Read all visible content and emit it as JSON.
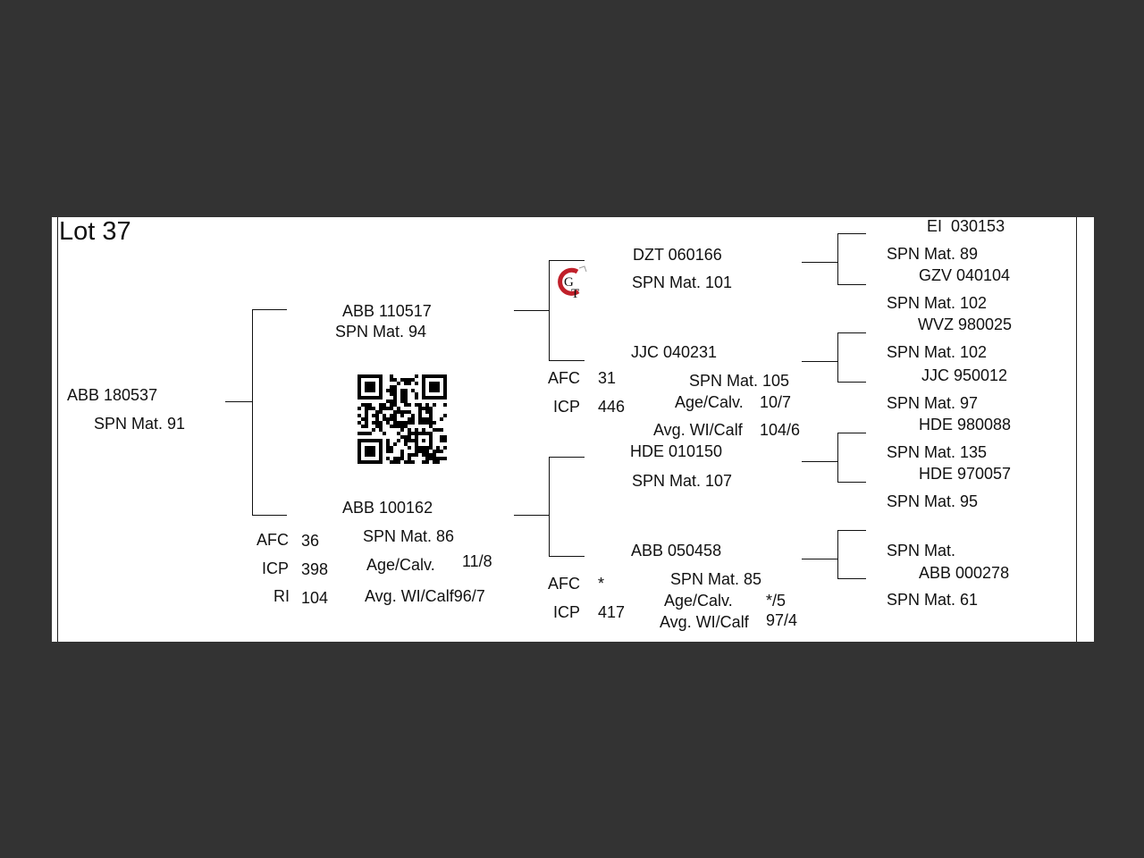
{
  "lot_title": "Lot 37",
  "subject": {
    "reg": "ABB 180537",
    "spn": "SPN Mat. 91"
  },
  "sire": {
    "reg": "ABB 110517",
    "spn": "SPN Mat. 94"
  },
  "dam": {
    "reg": "ABB 100162",
    "spn": "SPN Mat. 86",
    "afc_label": "AFC",
    "afc_value": "36",
    "icp_label": "ICP",
    "icp_value": "398",
    "ri_label": "RI",
    "ri_value": "104",
    "age_label": "Age/Calv.",
    "age_value": "11/8",
    "avg_label": "Avg. WI/Calf96/7"
  },
  "sire_sire": {
    "reg": "DZT 060166",
    "spn": "SPN Mat. 101"
  },
  "sire_dam": {
    "reg": "JJC 040231",
    "spn": "SPN Mat. 105",
    "afc_label": "AFC",
    "afc_value": "31",
    "icp_label": "ICP",
    "icp_value": "446",
    "age_label": "Age/Calv.",
    "age_value": "10/7",
    "avg_label": "Avg. WI/Calf",
    "avg_value": "104/6"
  },
  "dam_sire": {
    "reg": "HDE 010150",
    "spn": "SPN Mat. 107"
  },
  "dam_dam": {
    "reg": "ABB 050458",
    "spn": "SPN Mat. 85",
    "afc_label": "AFC",
    "afc_value": "*",
    "icp_label": "ICP",
    "icp_value": "417",
    "age_label": "Age/Calv.",
    "age_value": "*/5",
    "avg_label": "Avg. WI/Calf",
    "avg_value": "97/4"
  },
  "gen3": [
    {
      "reg": "EI  030153",
      "spn": "SPN Mat. 89"
    },
    {
      "reg": "GZV 040104",
      "spn": "SPN Mat. 102"
    },
    {
      "reg": "WVZ 980025",
      "spn": "SPN Mat. 102"
    },
    {
      "reg": "JJC 950012",
      "spn": "SPN Mat. 97"
    },
    {
      "reg": "HDE 980088",
      "spn": "SPN Mat. 135"
    },
    {
      "reg": "HDE 970057",
      "spn": "SPN Mat. 95"
    },
    {
      "reg": "",
      "spn": "SPN Mat."
    },
    {
      "reg": "ABB 000278",
      "spn": "SPN Mat. 61"
    }
  ],
  "logo_letters": "GT"
}
